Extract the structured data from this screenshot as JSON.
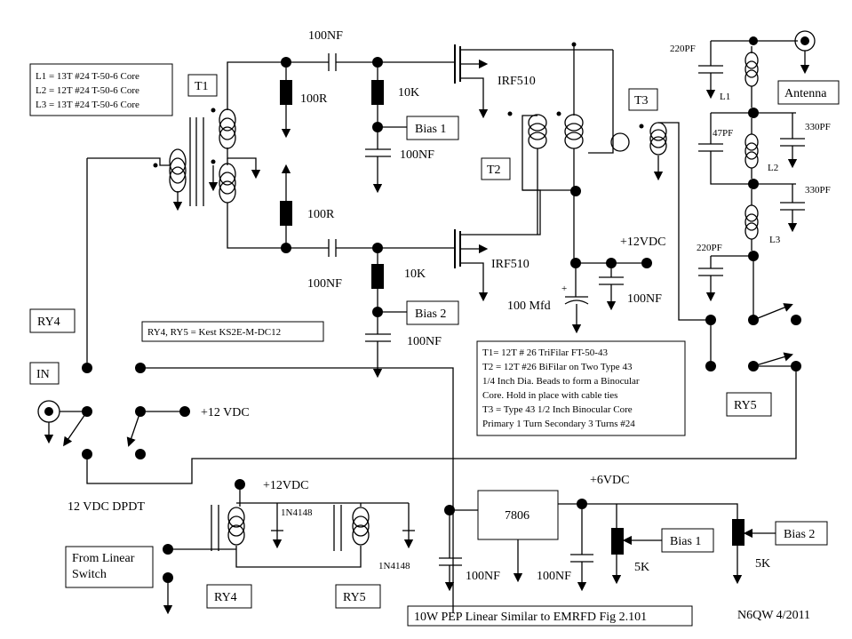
{
  "title": "10W PEP Linear Similar to EMRFD Fig 2.101",
  "author_date": "N6QW 4/2011",
  "notes": {
    "inductors": [
      "L1 = 13T #24 T-50-6 Core",
      "L2 = 12T #24 T-50-6 Core",
      "L3 = 13T #24 T-50-6 Core"
    ],
    "relays": "RY4, RY5 = Kest KS2E-M-DC12",
    "transformers": [
      "T1= 12T # 26 TriFilar FT-50-43",
      "T2 = 12T #26 BiFilar on Two Type 43",
      "1/4 Inch Dia. Beads to form a Binocular",
      "Core. Hold in place with cable ties",
      "T3 = Type 43 1/2 Inch Binocular Core",
      "Primary 1 Turn Secondary 3 Turns #24"
    ]
  },
  "labels": {
    "t1": "T1",
    "t2": "T2",
    "t3": "T3",
    "q1": "IRF510",
    "q2": "IRF510",
    "c_in_top": "100NF",
    "c_in_bot": "100NF",
    "r_top": "100R",
    "r_bot": "100R",
    "r_bias_top": "10K",
    "r_bias_bot": "10K",
    "bias1": "Bias 1",
    "bias2": "Bias 2",
    "c_bias_top": "100NF",
    "c_bias_bot": "100NF",
    "vdd": "+12VDC",
    "c_elec": "100 Mfd",
    "c_elec_plus": "+",
    "c_dec": "100NF",
    "c220_top": "220PF",
    "c47": "47PF",
    "c330_top": "330PF",
    "c330_bot": "330PF",
    "c220_bot": "220PF",
    "l1": "L1",
    "l2": "L2",
    "l3": "L3",
    "antenna": "Antenna",
    "ry4_top": "RY4",
    "ry5_right": "RY5",
    "in": "IN",
    "plus12_relay": "+12 VDC",
    "dpdt": "12 VDC DPDT",
    "coil_vcc": "+12VDC",
    "diode1": "1N4148",
    "diode2": "1N4148",
    "from_linear": [
      "From Linear",
      "Switch"
    ],
    "ry4_bot": "RY4",
    "ry5_bot": "RY5",
    "reg": "7806",
    "plus6": "+6VDC",
    "c_reg_in": "100NF",
    "c_reg_out": "100NF",
    "pot1": "5K",
    "pot2": "5K",
    "bias1_out": "Bias 1",
    "bias2_out": "Bias 2"
  }
}
